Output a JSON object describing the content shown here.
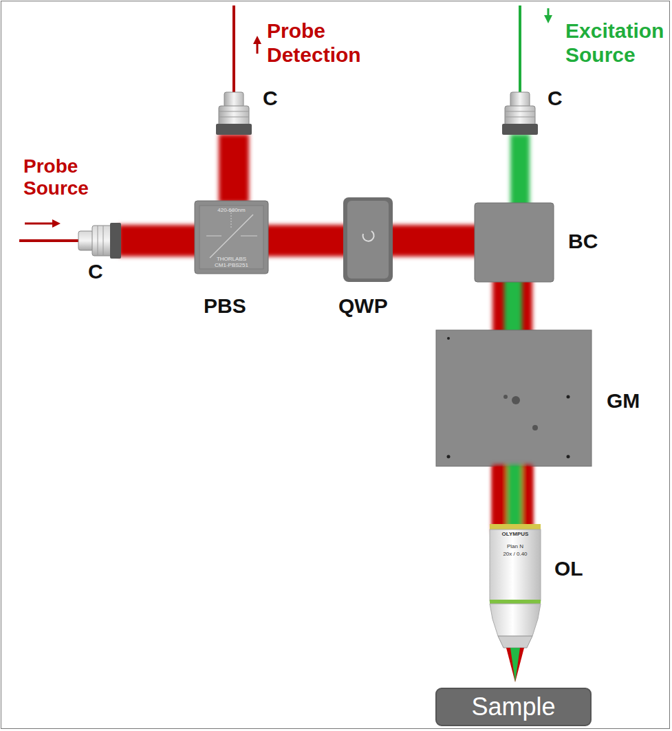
{
  "diagram": {
    "nodes": [
      {
        "text": [
          "Sample"
        ]
      }
    ],
    "labels": [
      "Probe Source",
      "Probe Detection",
      "Excitation Source",
      "C",
      "C",
      "C",
      "PBS",
      "QWP",
      "BC",
      "GM",
      "OL",
      "THORLABS",
      "CM1-PBS251",
      "420-680nm",
      "OLYMPUS",
      "Plan N",
      "20x / 0.40"
    ]
  }
}
